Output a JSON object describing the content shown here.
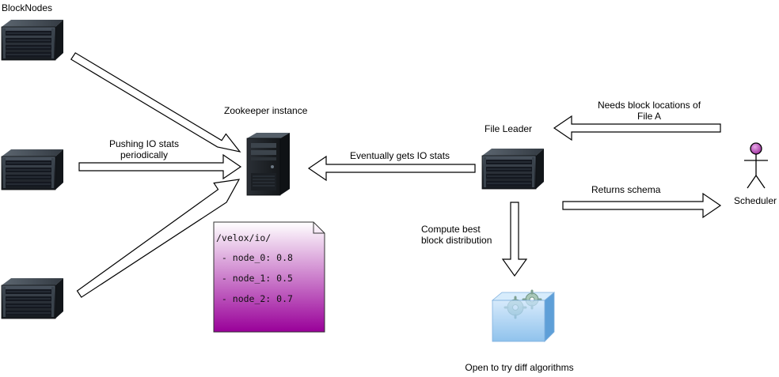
{
  "labels": {
    "block_nodes": "BlockNodes",
    "zookeeper": "Zookeeper instance",
    "pushing_line1": "Pushing IO stats",
    "pushing_line2": "periodically",
    "eventually": "Eventually gets IO stats",
    "file_leader": "File Leader",
    "needs_line1": "Needs block locations of",
    "needs_line2": "File A",
    "returns": "Returns schema",
    "scheduler": "Scheduler",
    "compute_line1": "Compute best",
    "compute_line2": "block distribution",
    "open_to_try": "Open to try diff algorithms"
  },
  "note": {
    "path": "/velox/io/",
    "entries": [
      " - node_0: 0.8",
      " - node_1: 0.5",
      " - node_2: 0.7"
    ]
  },
  "colors": {
    "note_top": "#ffffff",
    "note_bottom": "#990099",
    "actor_head": "#b040b0",
    "server_body": "#1e2328",
    "algo_box": "#8fc3ee"
  },
  "icons": {
    "block_nodes": "rack-server-icon",
    "zookeeper": "tower-server-icon",
    "file_leader": "rack-server-icon",
    "scheduler": "actor-icon",
    "algorithms": "gears-box-icon"
  }
}
